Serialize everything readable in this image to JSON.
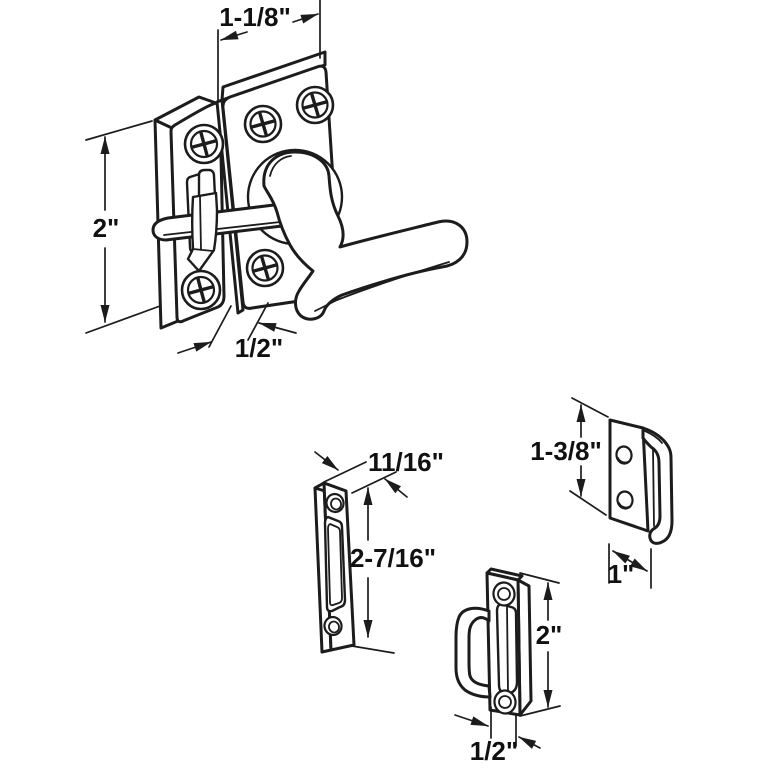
{
  "figure": {
    "title": "Casement window sash lock hardware dimension diagram",
    "background_color": "#ffffff",
    "line_color": "#1c1c1c",
    "parts": [
      {
        "name": "latch-assembly",
        "kind": "sash latch with lever handle, two mounting plates, five phillips screws",
        "dims": [
          {
            "label": "1-1/8\"",
            "measures": "latch plate width"
          },
          {
            "label": "2\"",
            "measures": "latch plate height"
          },
          {
            "label": "1/2\"",
            "measures": "latch plate depth"
          }
        ]
      },
      {
        "name": "strike-plate",
        "kind": "mortise strike plate with slot and two screw holes",
        "dims": [
          {
            "label": "11/16\"",
            "measures": "strike plate width"
          },
          {
            "label": "2-7/16\"",
            "measures": "strike plate height"
          }
        ]
      },
      {
        "name": "hook-keeper",
        "kind": "bent hook keeper with two screw holes",
        "dims": [
          {
            "label": "1-3/8\"",
            "measures": "keeper height"
          },
          {
            "label": "1\"",
            "measures": "keeper width"
          }
        ]
      },
      {
        "name": "side-keeper",
        "kind": "side-mount loop keeper with two screw holes",
        "dims": [
          {
            "label": "2\"",
            "measures": "keeper height"
          },
          {
            "label": "1/2\"",
            "measures": "keeper depth"
          }
        ]
      }
    ]
  }
}
